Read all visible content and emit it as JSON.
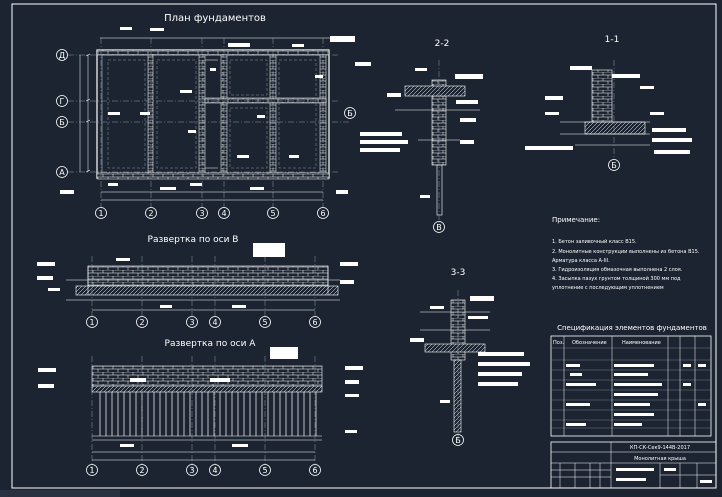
{
  "titles": {
    "plan": "План фундаментов",
    "razvB": "Развертка по оси В",
    "razvA": "Развертка по оси А",
    "sec22": "2-2",
    "sec11": "1-1",
    "sec33": "3-3",
    "notes_title": "Примечание:",
    "spec_title": "Спецификация элементов фундаментов"
  },
  "plan_axes": {
    "rows": [
      "Д",
      "Г",
      "Б",
      "А"
    ],
    "cols": [
      "1",
      "2",
      "3",
      "4",
      "5",
      "6"
    ],
    "right_marker": "Б"
  },
  "razv_axes": [
    "1",
    "2",
    "3",
    "4",
    "5",
    "6"
  ],
  "section_axis": "В",
  "section33_axis": "Б",
  "section11_axis": "Б",
  "notes": [
    "1. Бетон заливочный класс В15.",
    "2. Монолитные конструкции выполнены из бетона В15.",
    "   Арматура класса A-III.",
    "3. Гидроизоляция обмазочная выполнена 2 слоя.",
    "4. Засыпка пазух грунтом толщиной 300 мм под",
    "   уплотнение с последующим уплотнением"
  ],
  "spec": {
    "headers": [
      "Поз.",
      "Обозначение",
      "Наименование"
    ]
  },
  "stamp": {
    "code": "КП-СК-Сек9-144В-2017",
    "name": "Монолитная крыша"
  },
  "colors": {
    "background": "#1c2431",
    "lines": "#ffffff",
    "grid": "#8e98a6"
  }
}
